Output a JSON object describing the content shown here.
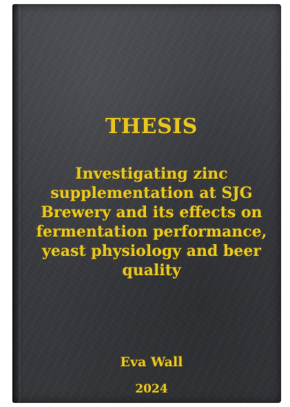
{
  "cover": {
    "label": "THESIS",
    "title": "Investigating zinc supplementation at SJG Brewery and its effects on fermentation performance, yeast physiology and beer quality",
    "author": "Eva Wall",
    "year": "2024",
    "colors": {
      "cover": "#3b3d42",
      "text": "#e8c51f"
    }
  }
}
